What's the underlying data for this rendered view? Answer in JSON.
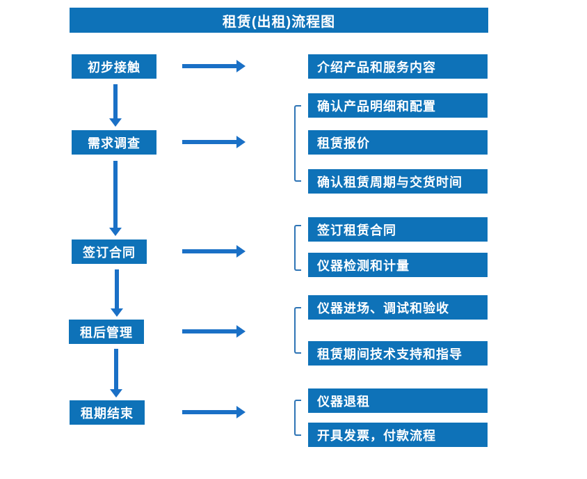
{
  "title": "租赁(出租)流程图",
  "colors": {
    "box_blue": "#0e72b8",
    "arrow_blue": "#1a70c6",
    "bracket_blue": "#2e74b5",
    "text_white": "#ffffff",
    "bg": "#ffffff"
  },
  "steps": [
    {
      "label": "初步接触",
      "outputs": [
        "介绍产品和服务内容"
      ]
    },
    {
      "label": "需求调查",
      "outputs": [
        "确认产品明细和配置",
        "租赁报价",
        "确认租赁周期与交货时间"
      ]
    },
    {
      "label": "签订合同",
      "outputs": [
        "签订租赁合同",
        "仪器检测和计量"
      ]
    },
    {
      "label": "租后管理",
      "outputs": [
        "仪器进场、调试和验收",
        "租赁期间技术支持和指导"
      ]
    },
    {
      "label": "租期结束",
      "outputs": [
        "仪器退租",
        "开具发票，付款流程"
      ]
    }
  ]
}
